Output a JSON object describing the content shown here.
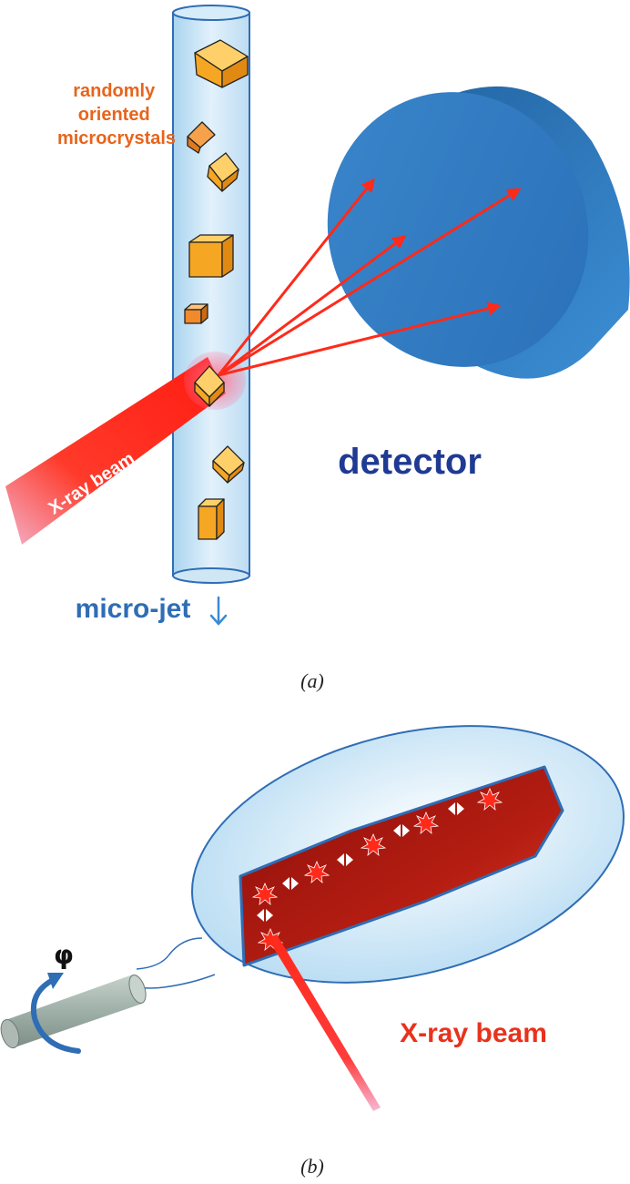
{
  "panel_a": {
    "crystals_label": [
      "randomly",
      "oriented",
      "microcrystals"
    ],
    "detector_label": "detector",
    "beam_label": "X-ray beam",
    "jet_label": "micro-jet",
    "caption": "(a)"
  },
  "panel_b": {
    "rotation_label": "φ",
    "beam_label": "X-ray beam",
    "caption": "(b)"
  },
  "colors": {
    "crystal": "#f5a623",
    "beam": "#ff2a1a",
    "detector": "#2f7fc6",
    "jet": "#cfe6f5",
    "text_orange": "#e8641c",
    "text_dark_blue": "#1f3a93",
    "text_blue": "#2f6db5"
  }
}
